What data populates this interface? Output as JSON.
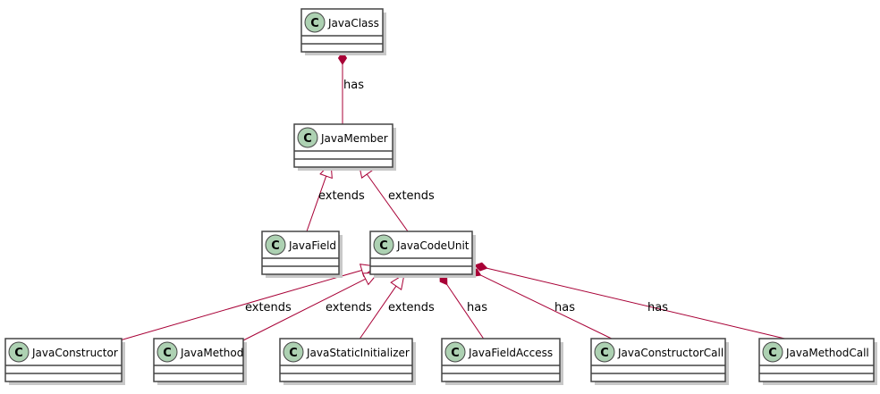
{
  "diagram": {
    "classes": [
      {
        "id": "JavaClass",
        "name": "JavaClass",
        "stereotype_letter": "C"
      },
      {
        "id": "JavaMember",
        "name": "JavaMember",
        "stereotype_letter": "C"
      },
      {
        "id": "JavaField",
        "name": "JavaField",
        "stereotype_letter": "C"
      },
      {
        "id": "JavaCodeUnit",
        "name": "JavaCodeUnit",
        "stereotype_letter": "C"
      },
      {
        "id": "JavaConstructor",
        "name": "JavaConstructor",
        "stereotype_letter": "C"
      },
      {
        "id": "JavaMethod",
        "name": "JavaMethod",
        "stereotype_letter": "C"
      },
      {
        "id": "JavaStaticInitializer",
        "name": "JavaStaticInitializer",
        "stereotype_letter": "C"
      },
      {
        "id": "JavaFieldAccess",
        "name": "JavaFieldAccess",
        "stereotype_letter": "C"
      },
      {
        "id": "JavaConstructorCall",
        "name": "JavaConstructorCall",
        "stereotype_letter": "C"
      },
      {
        "id": "JavaMethodCall",
        "name": "JavaMethodCall",
        "stereotype_letter": "C"
      }
    ],
    "relations": [
      {
        "from": "JavaClass",
        "to": "JavaMember",
        "kind": "composition",
        "label": "has"
      },
      {
        "from": "JavaMember",
        "to": "JavaField",
        "kind": "inheritance",
        "label": "extends"
      },
      {
        "from": "JavaMember",
        "to": "JavaCodeUnit",
        "kind": "inheritance",
        "label": "extends"
      },
      {
        "from": "JavaCodeUnit",
        "to": "JavaConstructor",
        "kind": "inheritance",
        "label": "extends"
      },
      {
        "from": "JavaCodeUnit",
        "to": "JavaMethod",
        "kind": "inheritance",
        "label": "extends"
      },
      {
        "from": "JavaCodeUnit",
        "to": "JavaStaticInitializer",
        "kind": "inheritance",
        "label": "extends"
      },
      {
        "from": "JavaCodeUnit",
        "to": "JavaFieldAccess",
        "kind": "composition",
        "label": "has"
      },
      {
        "from": "JavaCodeUnit",
        "to": "JavaConstructorCall",
        "kind": "composition",
        "label": "has"
      },
      {
        "from": "JavaCodeUnit",
        "to": "JavaMethodCall",
        "kind": "composition",
        "label": "has"
      }
    ],
    "colors": {
      "class_fill": "#FFFFFF",
      "class_border": "#454545",
      "circle_fill": "#ADD1B2",
      "edge": "#A80036",
      "shadow": "#C8C8C8"
    }
  }
}
